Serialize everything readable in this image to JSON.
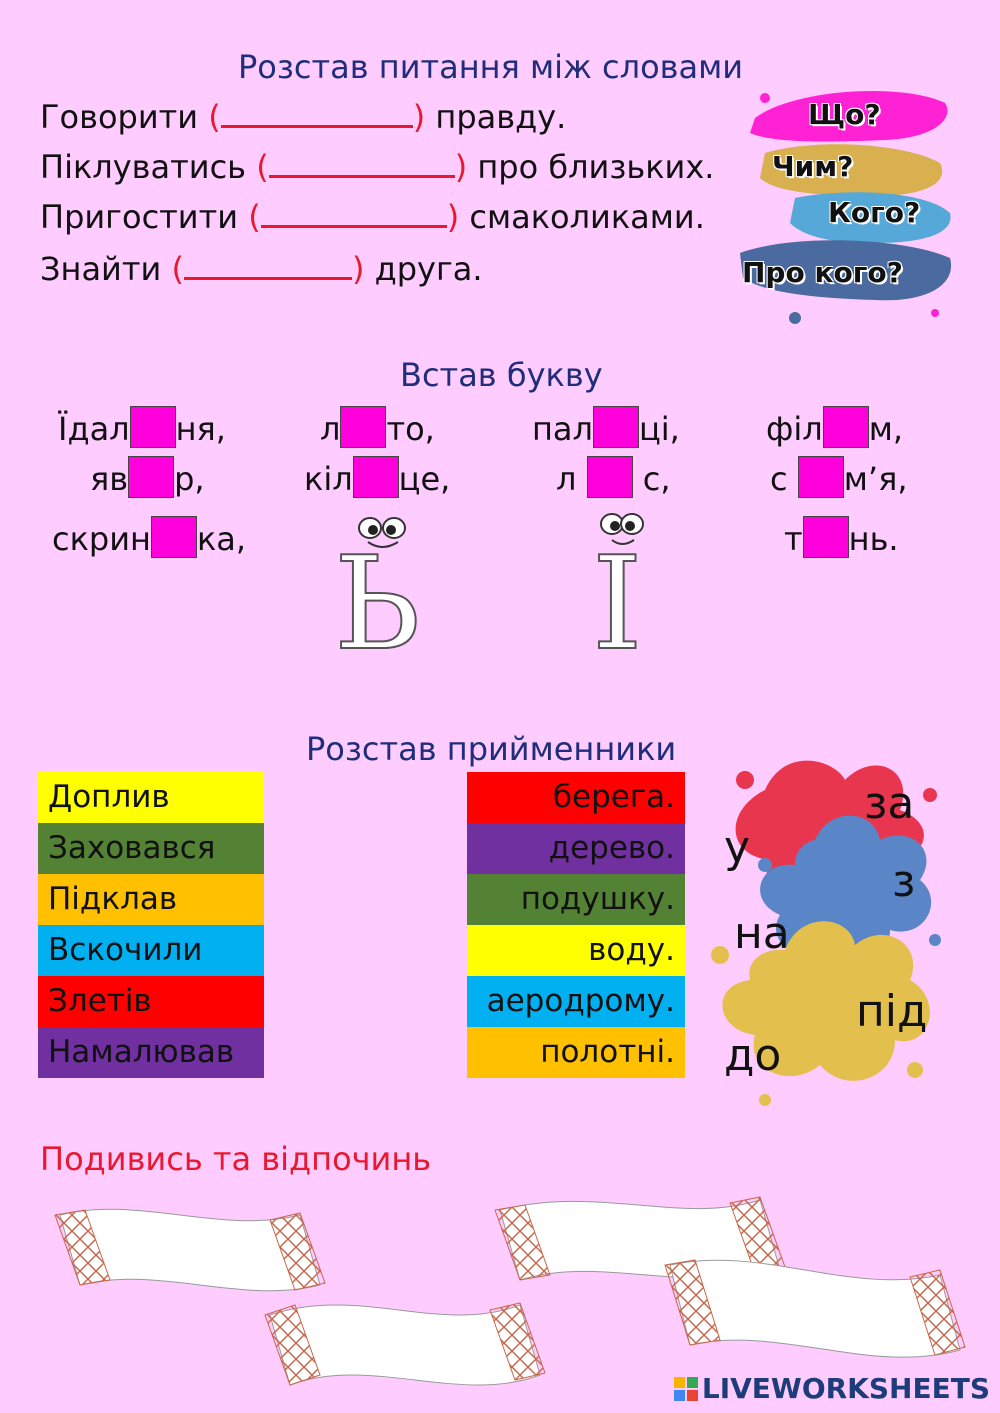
{
  "section1": {
    "title": "Розстав питання між словами",
    "sentences": [
      {
        "before": "Говорити",
        "open": "(",
        "blank": "",
        "close": ")",
        "after": "правду."
      },
      {
        "before": "Піклуватись",
        "open": "(",
        "blank": "",
        "close": ")",
        "after": "про близьких."
      },
      {
        "before": "Пригостити",
        "open": "(",
        "blank": "",
        "close": ")",
        "after": "смаколиками."
      },
      {
        "before": "Знайти",
        "open": "(",
        "blank": "",
        "close": ")",
        "after": "друга."
      }
    ],
    "answers": [
      "Що?",
      "Чим?",
      "Кого?",
      "Про кого?"
    ],
    "colors": [
      "#ff22d4",
      "#d8b050",
      "#55a8d8",
      "#4a6aa0"
    ]
  },
  "section2": {
    "title": "Встав букву",
    "words": [
      {
        "a": "Їдал",
        "b": "ня,"
      },
      {
        "a": "л",
        "b": "то,"
      },
      {
        "a": "пал",
        "b": "ці,"
      },
      {
        "a": "філ",
        "b": "м,"
      },
      {
        "a": "яв",
        "b": "р,"
      },
      {
        "a": "кіл",
        "b": "це,"
      },
      {
        "a": "л",
        "b": "с,"
      },
      {
        "a": "с",
        "b": "м’я,"
      },
      {
        "a": "скрин",
        "b": "ка,"
      },
      {
        "a": "т",
        "b": "нь."
      }
    ],
    "letters": [
      "Ь",
      "І"
    ]
  },
  "section3": {
    "title": "Розстав прийменники",
    "left": [
      {
        "text": "Доплив",
        "color": "#ffff00"
      },
      {
        "text": "Заховався",
        "color": "#548235"
      },
      {
        "text": "Підклав",
        "color": "#ffc000"
      },
      {
        "text": "Вскочили",
        "color": "#00b0f0"
      },
      {
        "text": "Злетів",
        "color": "#ff0000"
      },
      {
        "text": "Намалював",
        "color": "#7030a0"
      }
    ],
    "right": [
      {
        "text": "берега.",
        "color": "#ff0000"
      },
      {
        "text": "дерево.",
        "color": "#7030a0"
      },
      {
        "text": "подушку.",
        "color": "#548235"
      },
      {
        "text": "воду.",
        "color": "#ffff00"
      },
      {
        "text": "аеродрому.",
        "color": "#00b0f0"
      },
      {
        "text": "полотні.",
        "color": "#ffc000"
      }
    ],
    "prepositions": [
      "за",
      "у",
      "з",
      "на",
      "під",
      "до"
    ],
    "splash_colors": [
      "#e8364f",
      "#5a86c8",
      "#e3c04e"
    ]
  },
  "section4": {
    "title": "Подивись та відпочинь"
  },
  "footer": {
    "brand": "LIVEWORKSHEETS"
  }
}
